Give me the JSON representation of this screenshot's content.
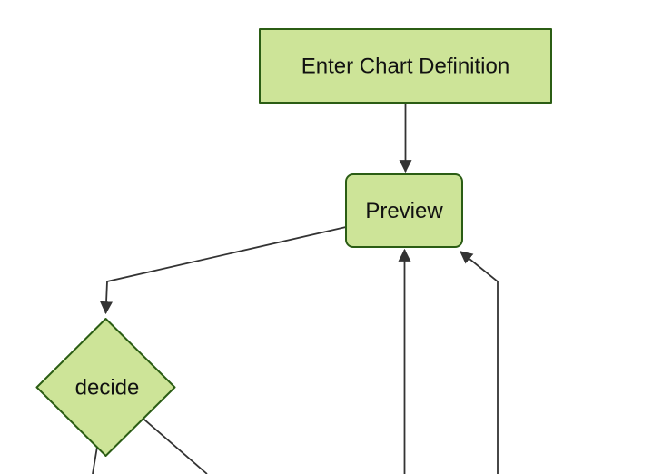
{
  "diagram": {
    "type": "flowchart",
    "direction": "top-down",
    "nodes": [
      {
        "id": "enter-chart-definition",
        "label": "Enter Chart Definition",
        "shape": "rectangle"
      },
      {
        "id": "preview",
        "label": "Preview",
        "shape": "rounded-rectangle"
      },
      {
        "id": "decide",
        "label": "decide",
        "shape": "diamond"
      }
    ],
    "edges": [
      {
        "from": "enter-chart-definition",
        "to": "preview",
        "arrowhead": "filled-triangle"
      },
      {
        "from": "preview",
        "to": "decide",
        "arrowhead": "filled-triangle"
      },
      {
        "from": "decide",
        "to": "offscreen-bottom-left",
        "arrowhead": "offscreen"
      },
      {
        "from": "decide",
        "to": "offscreen-bottom-right",
        "arrowhead": "offscreen"
      },
      {
        "from": "offscreen-bottom-center",
        "to": "preview",
        "arrowhead": "filled-triangle"
      },
      {
        "from": "offscreen-bottom-right",
        "to": "preview",
        "arrowhead": "filled-triangle"
      }
    ],
    "colors": {
      "node_fill": "#cde498",
      "node_border": "#2b5d14",
      "edge_line": "#333333",
      "label_text": "#111111",
      "background": "#ffffff"
    }
  }
}
